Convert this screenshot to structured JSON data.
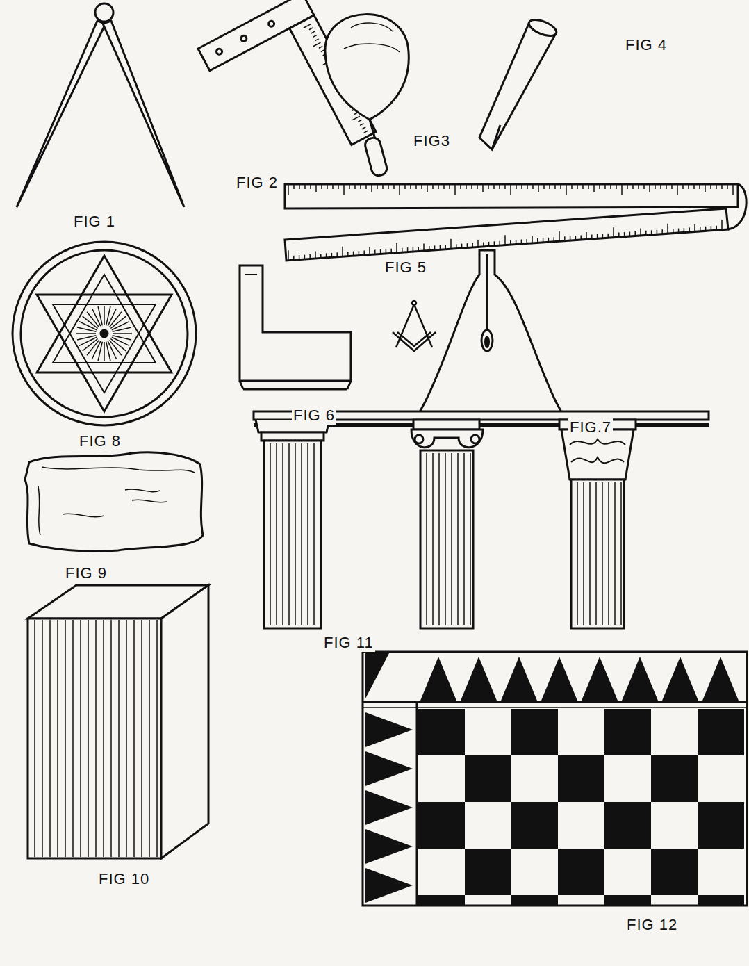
{
  "diagram": {
    "labels": [
      "FIG 1",
      "FIG 2",
      "FIG3",
      "FIG 4",
      "FIG 8",
      "FIG 5",
      "FIG 6",
      "FIG.7",
      "FIG 9",
      "FIG 11",
      "FIG 10",
      "FIG 12"
    ]
  }
}
